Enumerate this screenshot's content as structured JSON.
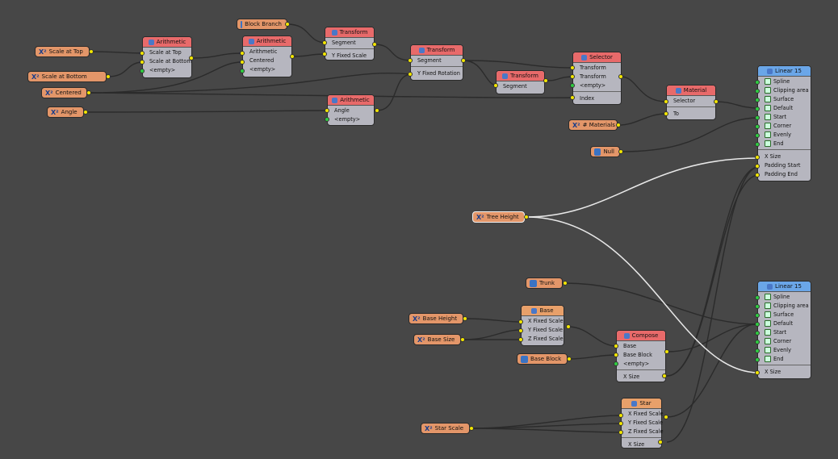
{
  "params": {
    "block_branch": {
      "icon": "block-icon",
      "label": "Block Branch"
    },
    "scale_top": {
      "icon": "x2-icon",
      "label": "Scale at Top"
    },
    "scale_bottom": {
      "icon": "x2-icon",
      "label": "Scale at Bottom"
    },
    "centered": {
      "icon": "x2-icon",
      "label": "Centered"
    },
    "angle": {
      "icon": "x2-icon",
      "label": "Angle"
    },
    "materials": {
      "icon": "x2-icon",
      "label": "# Materials"
    },
    "null": {
      "icon": "block-icon",
      "label": "Null"
    },
    "tree_height": {
      "icon": "x2-icon",
      "label": "Tree Height"
    },
    "trunk": {
      "icon": "block-icon",
      "label": "Trunk"
    },
    "base_height": {
      "icon": "x2-icon",
      "label": "Base Height"
    },
    "base_size": {
      "icon": "x2-icon",
      "label": "Base Size"
    },
    "base_block": {
      "icon": "block-icon",
      "label": "Base Block"
    },
    "star_scale": {
      "icon": "x2-icon",
      "label": "Star Scale"
    }
  },
  "nodes": {
    "arith1": {
      "title": "Arithmetic",
      "rows": [
        "Scale at Top",
        "Scale at Bottom",
        "<empty>"
      ]
    },
    "arith2": {
      "title": "Arithmetic",
      "rows": [
        "Arithmetic",
        "Centered",
        "<empty>"
      ]
    },
    "arith3": {
      "title": "Arithmetic",
      "rows": [
        "Angle",
        "<empty>"
      ]
    },
    "transform1": {
      "title": "Transform",
      "rows": [
        "Segment",
        "Y Fixed Scale"
      ]
    },
    "transform2": {
      "title": "Transform",
      "rows": [
        "Segment",
        "Y Fixed Rotation"
      ]
    },
    "transform3": {
      "title": "Transform",
      "rows": [
        "Segment"
      ]
    },
    "selector": {
      "title": "Selector",
      "rows": [
        "Transform",
        "Transform",
        "<empty>",
        "Index"
      ]
    },
    "material": {
      "title": "Material",
      "rows": [
        "Selector",
        "To"
      ]
    },
    "linear1": {
      "title": "Linear 15",
      "rows": [
        "Spline",
        "Clipping area",
        "Surface",
        "Default",
        "Start",
        "Corner",
        "Evenly",
        "End"
      ],
      "rows2": [
        "X Size",
        "Padding Start",
        "Padding End"
      ]
    },
    "linear2": {
      "title": "Linear 15",
      "rows": [
        "Spline",
        "Clipping area",
        "Surface",
        "Default",
        "Start",
        "Corner",
        "Evenly",
        "End"
      ],
      "rows2": [
        "X Size"
      ]
    },
    "base": {
      "title": "Base",
      "rows": [
        "X Fixed Scale",
        "Y Fixed Scale",
        "Z Fixed Scale"
      ]
    },
    "compose": {
      "title": "Compose",
      "rows": [
        "Base",
        "Base Block",
        "<empty>"
      ],
      "rows2": [
        "X Size"
      ]
    },
    "star": {
      "title": "Star",
      "rows": [
        "X Fixed Scale",
        "Y Fixed Scale",
        "Z Fixed Scale",
        "X Size"
      ]
    }
  }
}
